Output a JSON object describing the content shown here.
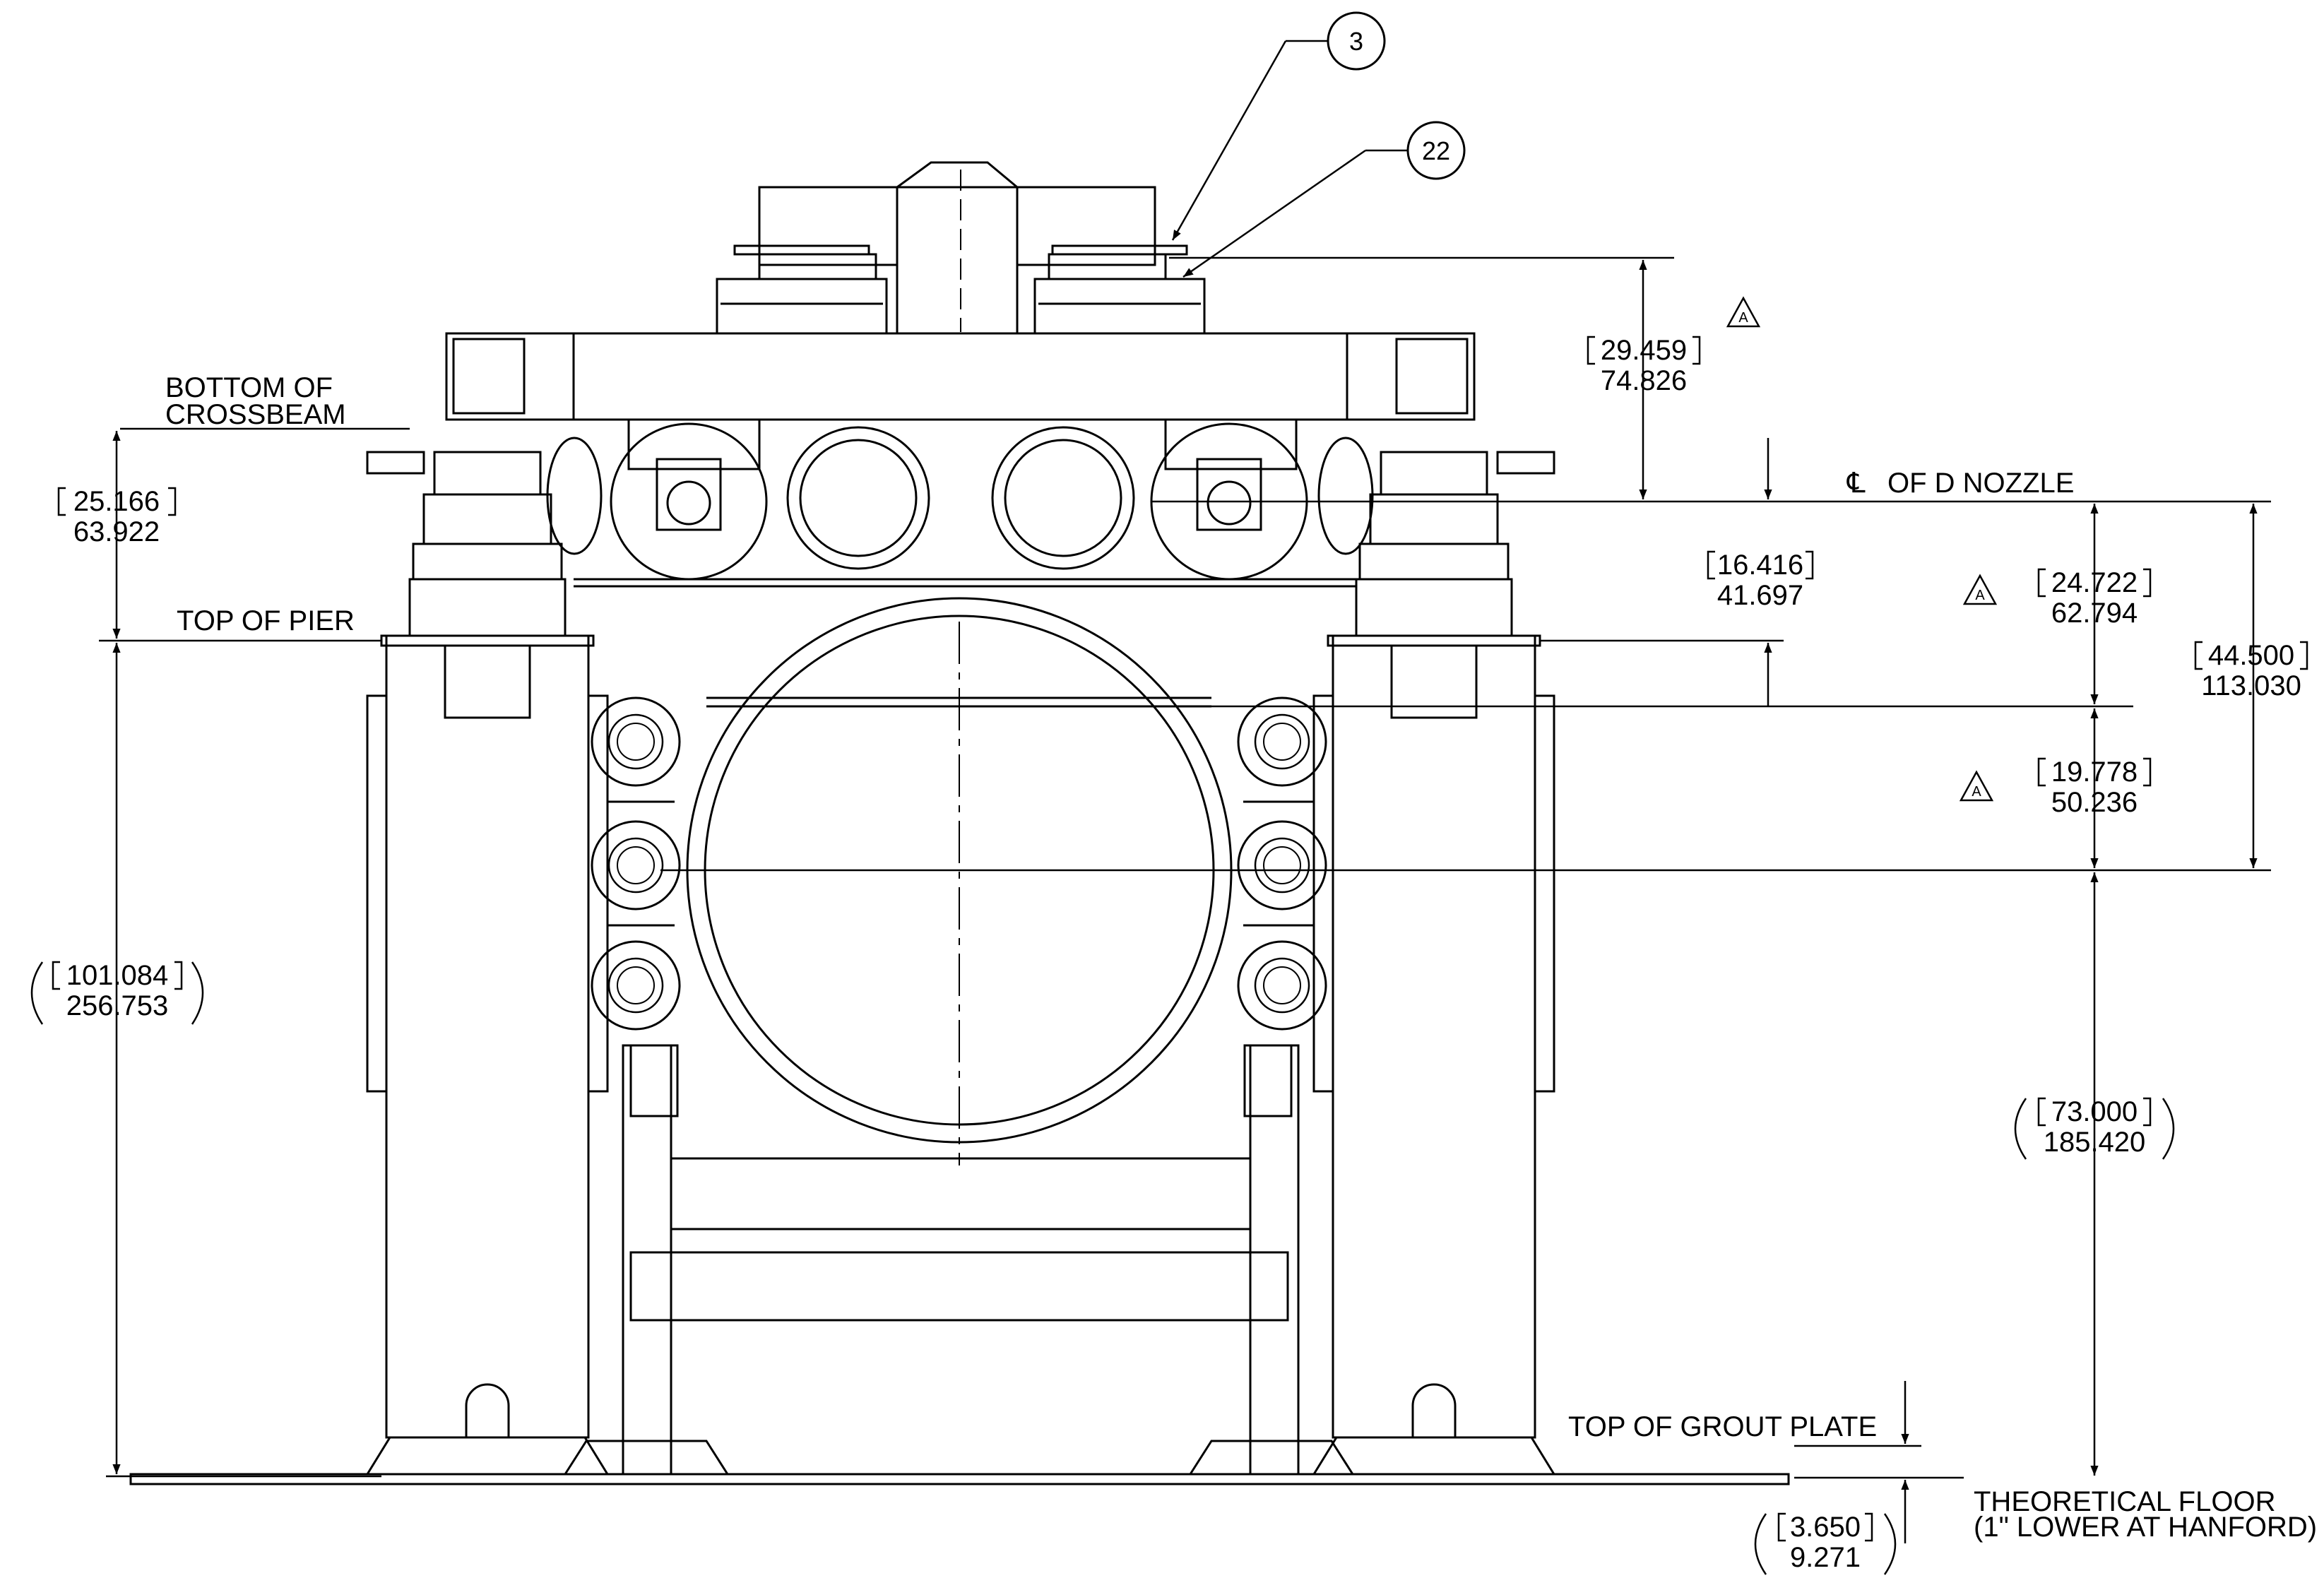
{
  "labels": {
    "bottom_of_crossbeam_1": "BOTTOM OF",
    "bottom_of_crossbeam_2": "CROSSBEAM",
    "top_of_pier": "TOP OF PIER",
    "cl_symbol": "℄",
    "cl_label": "OF D NOZZLE",
    "top_of_grout": "TOP OF GROUT PLATE",
    "floor_1": "THEORETICAL FLOOR",
    "floor_2": "(1\" LOWER AT HANFORD)"
  },
  "balloons": [
    "3",
    "22"
  ],
  "revision_mark": "A",
  "dimensions": {
    "d29": {
      "inch": "29.459",
      "mm": "74.826"
    },
    "d25": {
      "inch": "25.166",
      "mm": "63.922"
    },
    "d16": {
      "inch": "16.416",
      "mm": "41.697"
    },
    "d24": {
      "inch": "24.722",
      "mm": "62.794"
    },
    "d44": {
      "inch": "44.500",
      "mm": "113.030"
    },
    "d19": {
      "inch": "19.778",
      "mm": "50.236"
    },
    "d101": {
      "inch": "101.084",
      "mm": "256.753"
    },
    "d73": {
      "inch": "73.000",
      "mm": "185.420"
    },
    "d3": {
      "inch": "3.650",
      "mm": "9.271"
    }
  }
}
